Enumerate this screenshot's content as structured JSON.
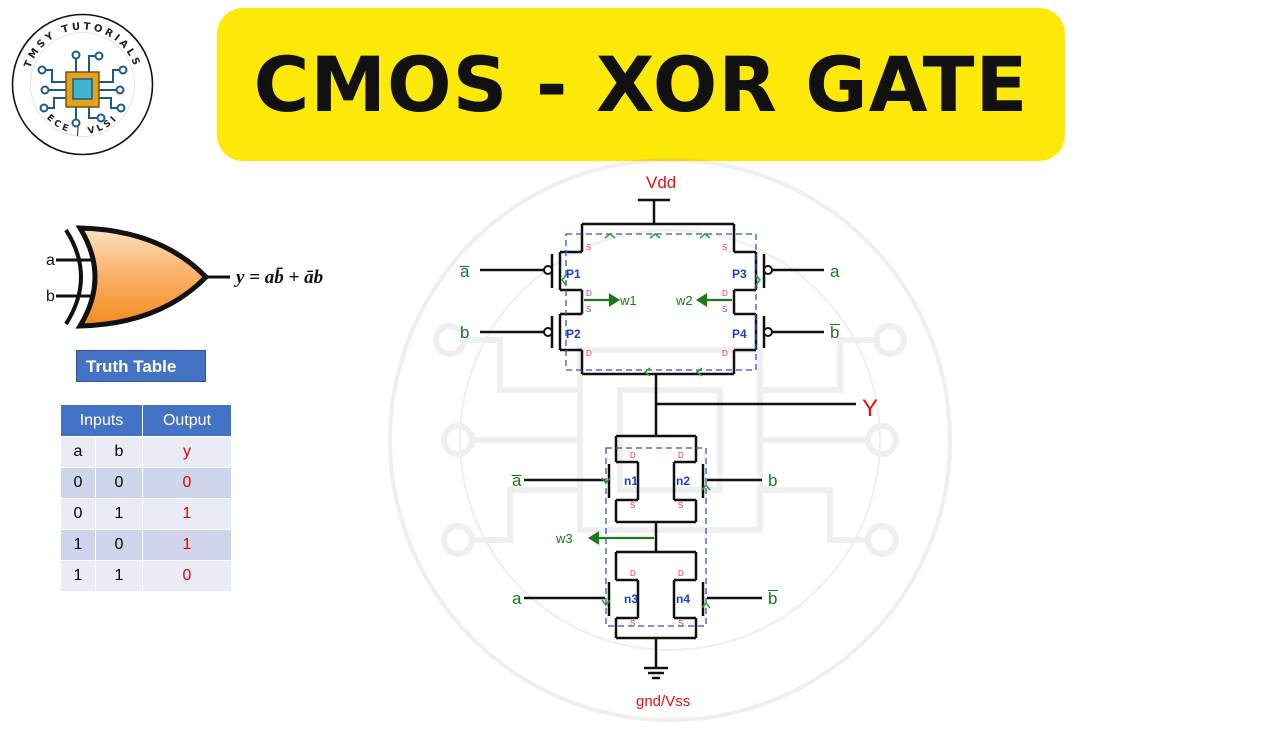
{
  "header": {
    "title": "CMOS - XOR GATE",
    "logo_top_text": "TMSY TUTORIALS",
    "logo_bottom_text": "ECE | VLSI"
  },
  "gate": {
    "input_a": "a",
    "input_b": "b",
    "equation": "y = ab̄ + āb"
  },
  "truth_table": {
    "label": "Truth Table",
    "headers": [
      "Inputs",
      "Output"
    ],
    "subheaders": [
      "a",
      "b",
      "y"
    ],
    "rows": [
      [
        "0",
        "0",
        "0"
      ],
      [
        "0",
        "1",
        "1"
      ],
      [
        "1",
        "0",
        "1"
      ],
      [
        "1",
        "1",
        "0"
      ]
    ]
  },
  "circuit": {
    "vdd_label": "Vdd",
    "gnd_label": "gnd/Vss",
    "output_label": "Y",
    "pmos": [
      {
        "name": "P1",
        "input": "a̅"
      },
      {
        "name": "P2",
        "input": "b"
      },
      {
        "name": "P3",
        "input": "a"
      },
      {
        "name": "P4",
        "input": "b̅"
      }
    ],
    "nmos": [
      {
        "name": "n1",
        "input": "a̅"
      },
      {
        "name": "n2",
        "input": "b"
      },
      {
        "name": "n3",
        "input": "a"
      },
      {
        "name": "n4",
        "input": "b̅"
      }
    ],
    "wires": [
      "w1",
      "w2",
      "w3"
    ],
    "terminal_s": "S",
    "terminal_d": "D",
    "colors": {
      "wire": "#111111",
      "input": "#1a7a1a",
      "device": "#1a3fd0",
      "vdd": "#e01010",
      "terminal": "#e0307a",
      "path": "#3050c0",
      "arrow": "#2aa02a"
    }
  }
}
